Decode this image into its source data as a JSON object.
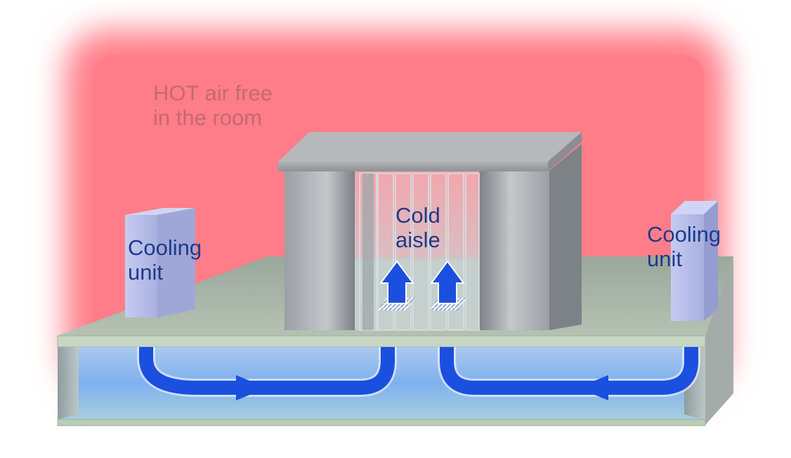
{
  "labels": {
    "hot_air_line1": "HOT air free",
    "hot_air_line2": "in the room",
    "cold_aisle_line1": "Cold",
    "cold_aisle_line2": "aisle",
    "cooling_left_line1": "Cooling",
    "cooling_left_line2": "unit",
    "cooling_right_line1": "Cooling",
    "cooling_right_line2": "unit"
  },
  "colors": {
    "hot_air": "#ff7f8a",
    "cold_air": "#7fb0ee",
    "arrow": "#1b4fe0",
    "floor": "#a9b7a8",
    "rack": "#8d9296",
    "cooling_unit": "#b7bde6"
  }
}
